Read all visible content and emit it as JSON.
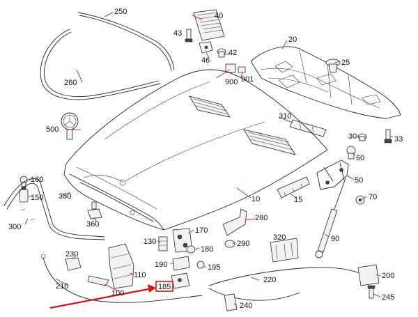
{
  "callouts": {
    "p10": "10",
    "p15": "15",
    "p20": "20",
    "p25": "25",
    "p30": "30",
    "p33": "33",
    "p40": "40",
    "p42": "42",
    "p43": "43",
    "p46": "46",
    "p50": "50",
    "p60": "60",
    "p70": "70",
    "p90": "90",
    "p100": "100",
    "p110": "110",
    "p130": "130",
    "p150": "150",
    "p160": "160",
    "p170": "170",
    "p180": "180",
    "p185": "185",
    "p190": "190",
    "p195": "195",
    "p200": "200",
    "p210": "210",
    "p220": "220",
    "p230": "230",
    "p240": "240",
    "p245": "245",
    "p250": "250",
    "p260": "260",
    "p280": "280",
    "p290": "290",
    "p300": "300",
    "p310": "310",
    "p320": "320",
    "p350": "350",
    "p360": "360",
    "p500": "500",
    "p900": "900",
    "p901": "901"
  },
  "highlight": {
    "part": "185",
    "color": "#e01010"
  },
  "colors": {
    "leader": "#c8343a",
    "outline": "#222222"
  }
}
